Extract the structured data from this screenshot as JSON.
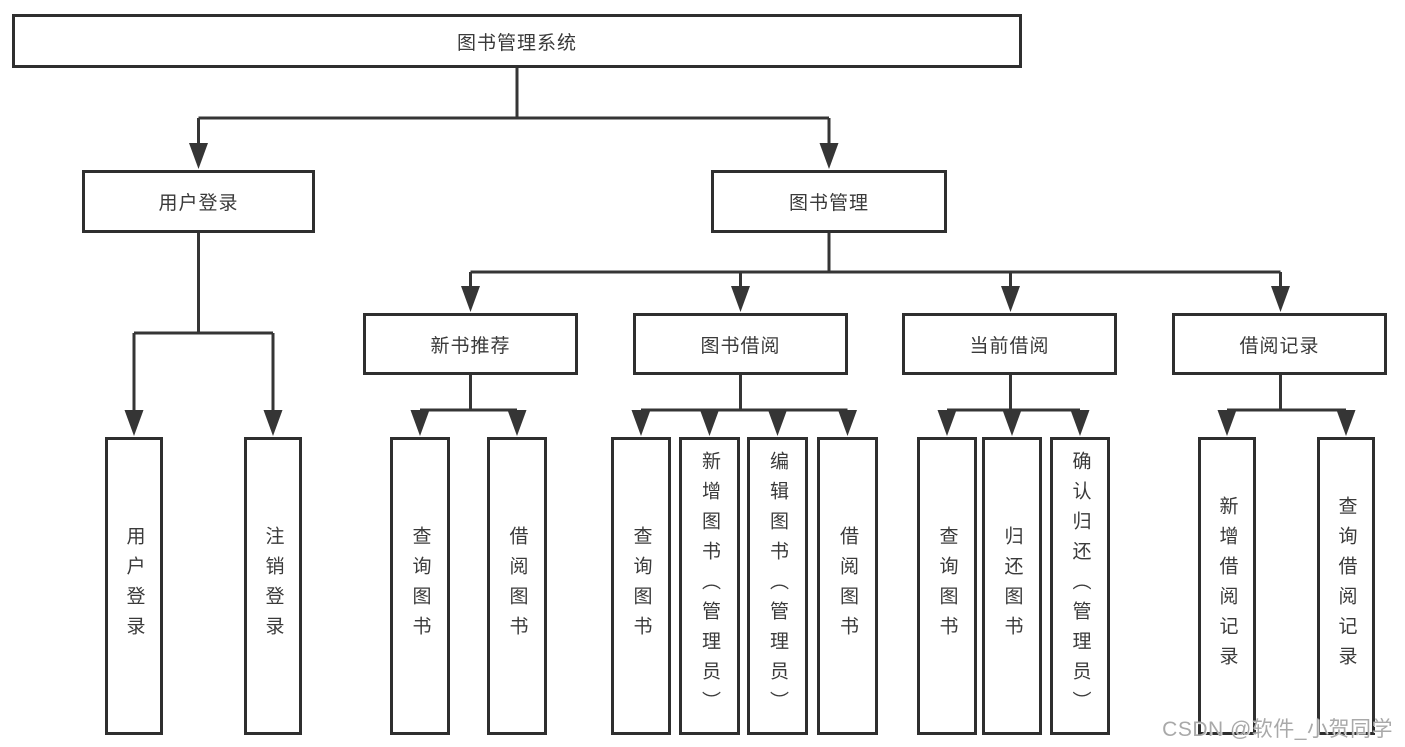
{
  "tree": {
    "label": "图书管理系统",
    "children": [
      {
        "label": "用户登录",
        "children": [
          {
            "label": "用户登录"
          },
          {
            "label": "注销登录"
          }
        ]
      },
      {
        "label": "图书管理",
        "children": [
          {
            "label": "新书推荐",
            "children": [
              {
                "label": "查询图书"
              },
              {
                "label": "借阅图书"
              }
            ]
          },
          {
            "label": "图书借阅",
            "children": [
              {
                "label": "查询图书"
              },
              {
                "label": "新增图书（管理员）"
              },
              {
                "label": "编辑图书（管理员）"
              },
              {
                "label": "借阅图书"
              }
            ]
          },
          {
            "label": "当前借阅",
            "children": [
              {
                "label": "查询图书"
              },
              {
                "label": "归还图书"
              },
              {
                "label": "确认归还（管理员）"
              }
            ]
          },
          {
            "label": "借阅记录",
            "children": [
              {
                "label": "新增借阅记录"
              },
              {
                "label": "查询借阅记录"
              }
            ]
          }
        ]
      }
    ]
  },
  "watermark": {
    "text": "CSDN @软件_小贺同学"
  },
  "colors": {
    "line": "#353535",
    "box_border": "#2f2f2f",
    "text": "#3a3a3a",
    "watermark": "#a9a9a9",
    "background": "#ffffff"
  }
}
